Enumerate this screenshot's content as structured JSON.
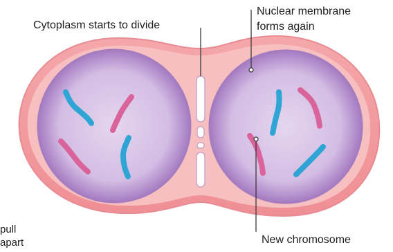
{
  "labels": {
    "cytoplasm": "Cytoplasm starts to divide",
    "nuclear_membrane_line1": "Nuclear membrane",
    "nuclear_membrane_line2": "forms again",
    "new_chromosome": "New chromosome",
    "pull_fragment_line1": "pull",
    "pull_fragment_line2": "apart"
  },
  "colors": {
    "cell_outer": "#f19aa0",
    "cell_inner": "#f7c0c0",
    "nucleus_outer": "#b98fcf",
    "nucleus_inner": "#ddcbe8",
    "chromosome_blue": "#2aa2d3",
    "chromosome_pink": "#d8608f",
    "division_furrow": "#ffffff",
    "leader_line": "#3a3a3a"
  },
  "icons": {
    "cell": "dividing-cell-shape",
    "nucleus": "nucleus-circle",
    "chromosome": "chromosome-shape"
  }
}
